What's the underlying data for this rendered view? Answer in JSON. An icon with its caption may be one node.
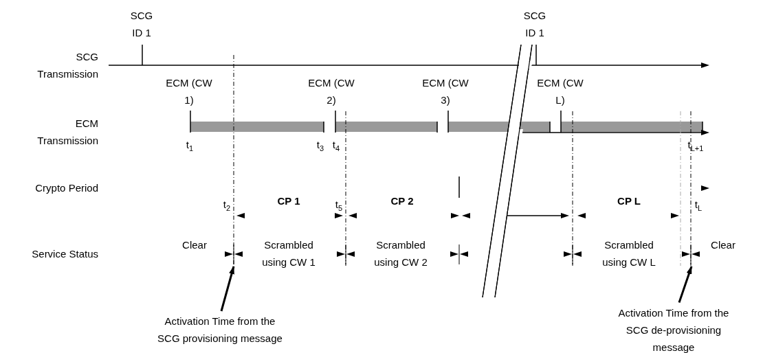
{
  "diagram": {
    "nodes": [
      {
        "text": [
          "Activation Time from the SCG provisioning message"
        ]
      },
      {
        "text": [
          "Activation Time from the SCG de-provisioning message"
        ]
      }
    ],
    "edges": [
      {
        "from": 0,
        "to": null,
        "arrow": "to"
      },
      {
        "from": 1,
        "to": null,
        "arrow": "to"
      }
    ],
    "labels": [
      "SCG ID 1",
      "SCG ID 1",
      "SCG Transmission",
      "ECM (CW 1)",
      "ECM (CW 2)",
      "ECM (CW 3)",
      "ECM (CW L)",
      "ECM Transmission",
      "t$_{1}$",
      "t$_{3}$",
      "t$_{4}$",
      "t$_{L+1}$",
      "Crypto Period",
      "CP 1",
      "CP 2",
      "CP L",
      "t$_{2}$",
      "t$_{5}$",
      "t$_{L}$",
      "Service Status",
      "Clear",
      "Scrambled using CW 1",
      "Scrambled using CW 2",
      "Scrambled using CW L",
      "Clear"
    ]
  }
}
